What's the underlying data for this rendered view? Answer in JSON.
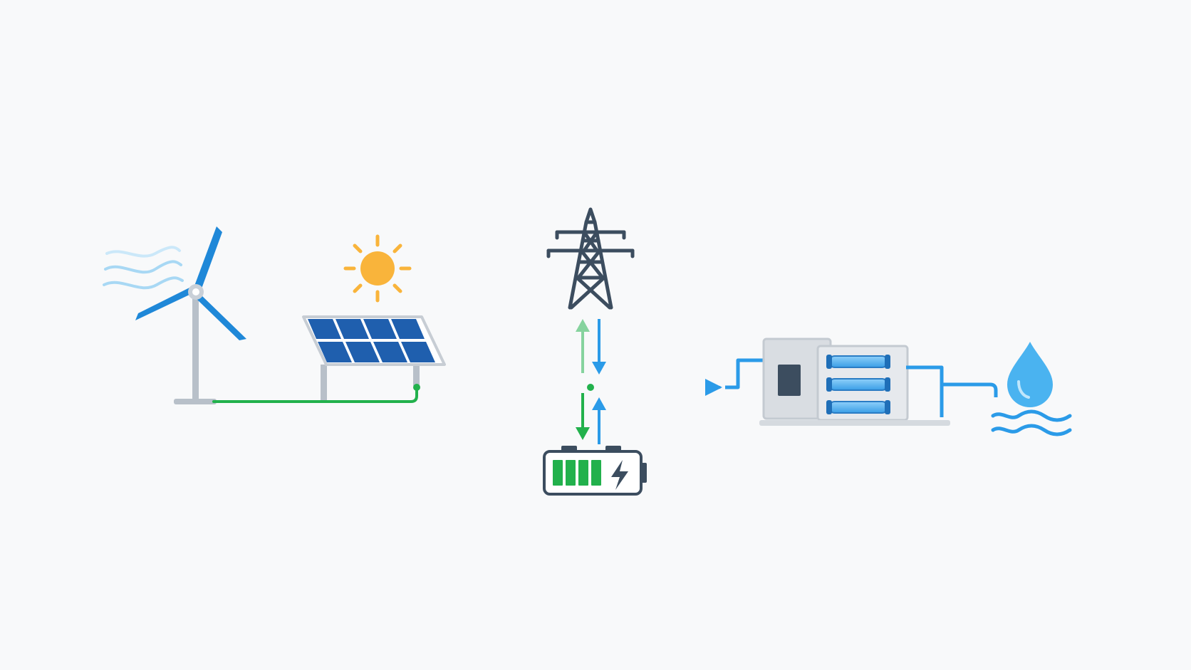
{
  "diagram": {
    "kind": "renewable-powered desalination flow",
    "nodes": [
      {
        "id": "wind",
        "icon": "wind-turbine-icon"
      },
      {
        "id": "solar",
        "icon": "solar-panel-icon"
      },
      {
        "id": "sun",
        "icon": "sun-icon"
      },
      {
        "id": "grid",
        "icon": "transmission-tower-icon"
      },
      {
        "id": "battery",
        "icon": "battery-icon",
        "charge_bars": 4
      },
      {
        "id": "desal",
        "icon": "desalination-unit-icon",
        "membrane_tubes": 3
      },
      {
        "id": "water",
        "icon": "water-drop-icon"
      }
    ],
    "flows": [
      {
        "from": "wind",
        "to": "bus"
      },
      {
        "from": "solar",
        "to": "bus"
      },
      {
        "from": "bus",
        "to": "grid"
      },
      {
        "from": "grid",
        "to": "bus"
      },
      {
        "from": "bus",
        "to": "battery"
      },
      {
        "from": "battery",
        "to": "bus"
      },
      {
        "from": "bus",
        "to": "desal"
      },
      {
        "from": "desal",
        "to": "water"
      }
    ]
  },
  "colors": {
    "background": "#f8f9fa",
    "power_green": "#22b14c",
    "water_blue": "#2b9be8",
    "turbine_blue": "#1f88d8",
    "panel_blue": "#1f5fae",
    "sun_yellow": "#f9b43b",
    "tower_slate": "#3c4d5f",
    "machine_gray": "#d9dde2",
    "drop_blue": "#4ab3f0"
  }
}
